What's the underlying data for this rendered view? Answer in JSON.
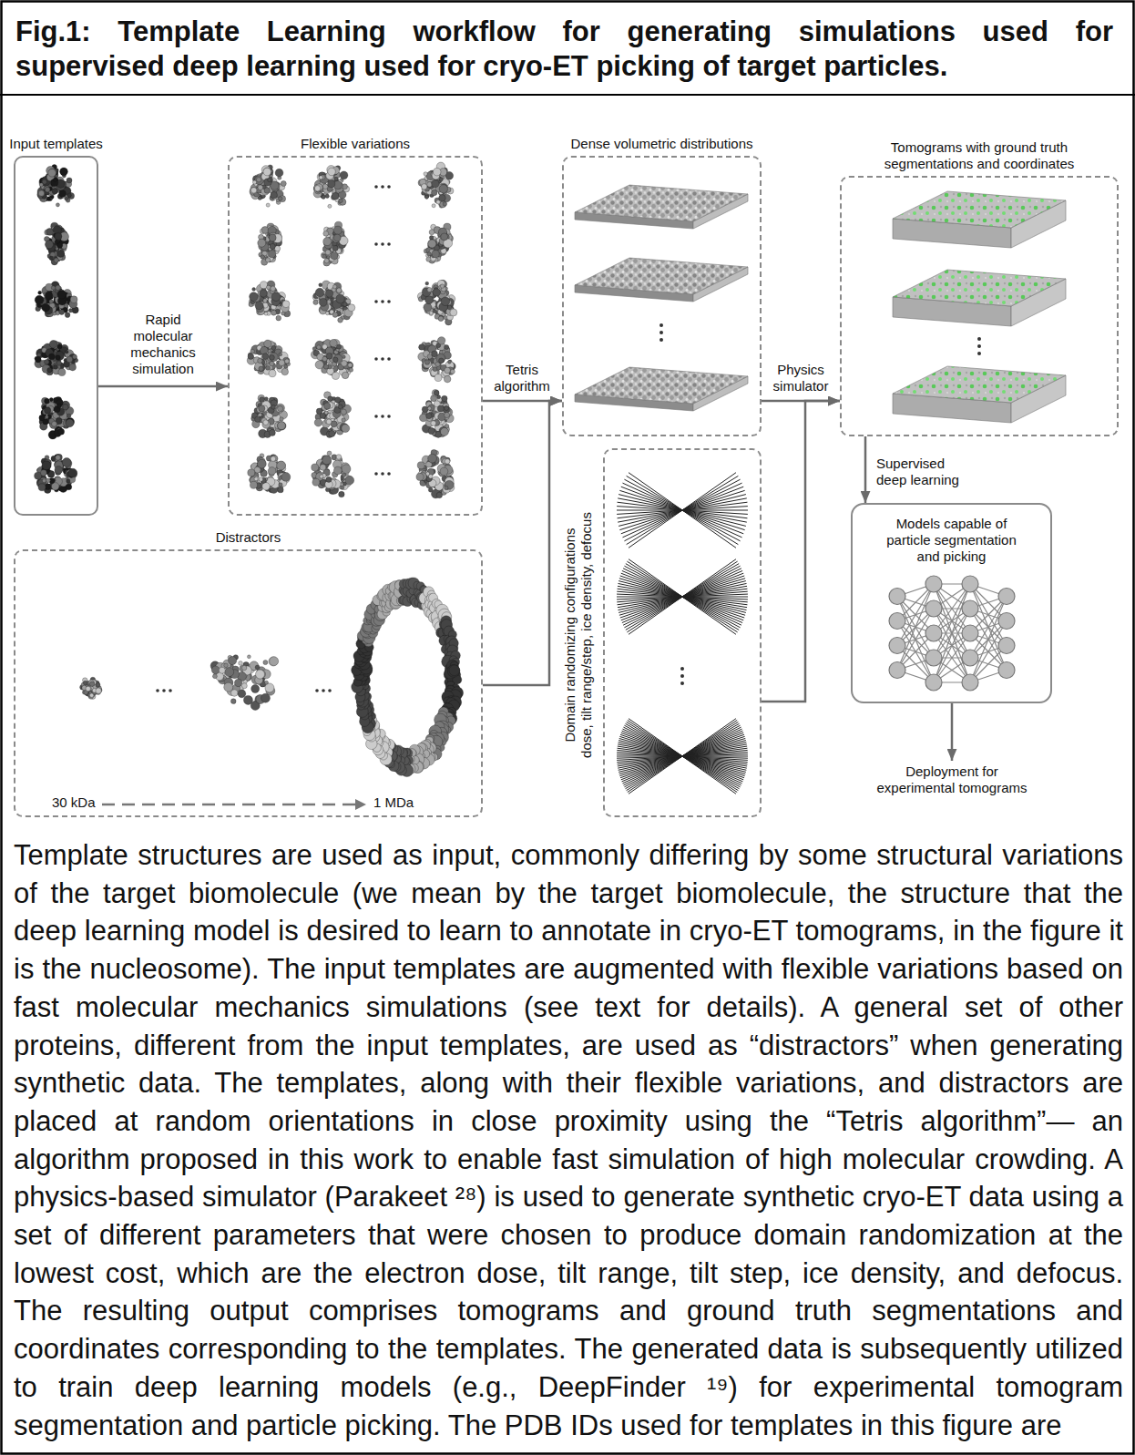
{
  "diagram": {
    "title": "Fig.1: Template Learning workflow for generating simulations used for supervised deep learning used for cryo-ET picking of target particles.",
    "caption": "Template structures are used as input, commonly differing by some structural variations of the target biomolecule (we mean by the target biomolecule, the structure that the deep learning model is desired to learn to annotate in cryo-ET tomograms, in the figure it is the nucleosome). The input templates are augmented with flexible variations based on fast molecular mechanics simulations (see text for details). A general set of other proteins, different from the input templates, are used as “distractors” when generating synthetic data. The templates, along with their flexible variations, and distractors are placed at random orientations in close proximity using the “Tetris algorithm”— an algorithm proposed in this work to enable fast simulation of high molecular crowding. A physics-based simulator (Parakeet ²⁸) is used to generate synthetic cryo-ET data using a set of different parameters that were chosen to produce domain randomization at the lowest cost, which are the electron dose, tilt range, tilt step, ice density, and defocus. The resulting output comprises tomograms and ground truth segmentations and coordinates corresponding to the templates. The generated data is subsequently utilized to train deep learning models (e.g., DeepFinder ¹⁹) for experimental tomogram segmentation and particle picking. The PDB IDs used for templates in this figure are",
    "nodes": [
      {
        "text": [
          "Input templates"
        ]
      },
      {
        "text": [
          "Flexible variations"
        ]
      },
      {
        "text": [
          "Dense volumetric distributions"
        ]
      },
      {
        "text": [
          "Tomograms with ground truth segmentations and coordinates"
        ]
      },
      {
        "text": [
          "Distractors",
          "30 kDa",
          "1 MDa"
        ]
      },
      {
        "text": [
          "Domain randomizing configurations dose, tilt range/step, ice density, defocus"
        ]
      },
      {
        "text": [
          "Models capable of particle segmentation and picking"
        ]
      },
      {
        "text": [
          "Deployment for experimental tomograms"
        ]
      }
    ],
    "edges": [
      {
        "from": 0,
        "to": 1,
        "label": "Rapid molecular mechanics simulation",
        "arrow": "to"
      },
      {
        "from": 1,
        "to": 2,
        "label": "Tetris algorithm",
        "arrow": "to"
      },
      {
        "from": 4,
        "to": 2,
        "arrow": "to"
      },
      {
        "from": 2,
        "to": 3,
        "label": "Physics simulator",
        "arrow": "to"
      },
      {
        "from": 5,
        "to": 3,
        "arrow": "to"
      },
      {
        "from": 3,
        "to": 6,
        "label": "Supervised deep learning",
        "arrow": "to"
      },
      {
        "from": 6,
        "to": 7,
        "arrow": "to"
      }
    ]
  }
}
